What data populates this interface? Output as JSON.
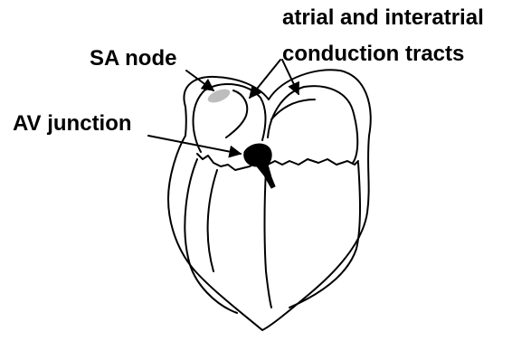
{
  "labels": {
    "conduction_tracts_line1": "atrial and interatrial",
    "conduction_tracts_line2": "conduction tracts",
    "sa_node": "SA node",
    "av_junction": "AV junction"
  },
  "colors": {
    "outline": "#000000",
    "sa_node_fill": "#bdbdbd",
    "av_node_fill": "#000000",
    "background": "#ffffff"
  }
}
